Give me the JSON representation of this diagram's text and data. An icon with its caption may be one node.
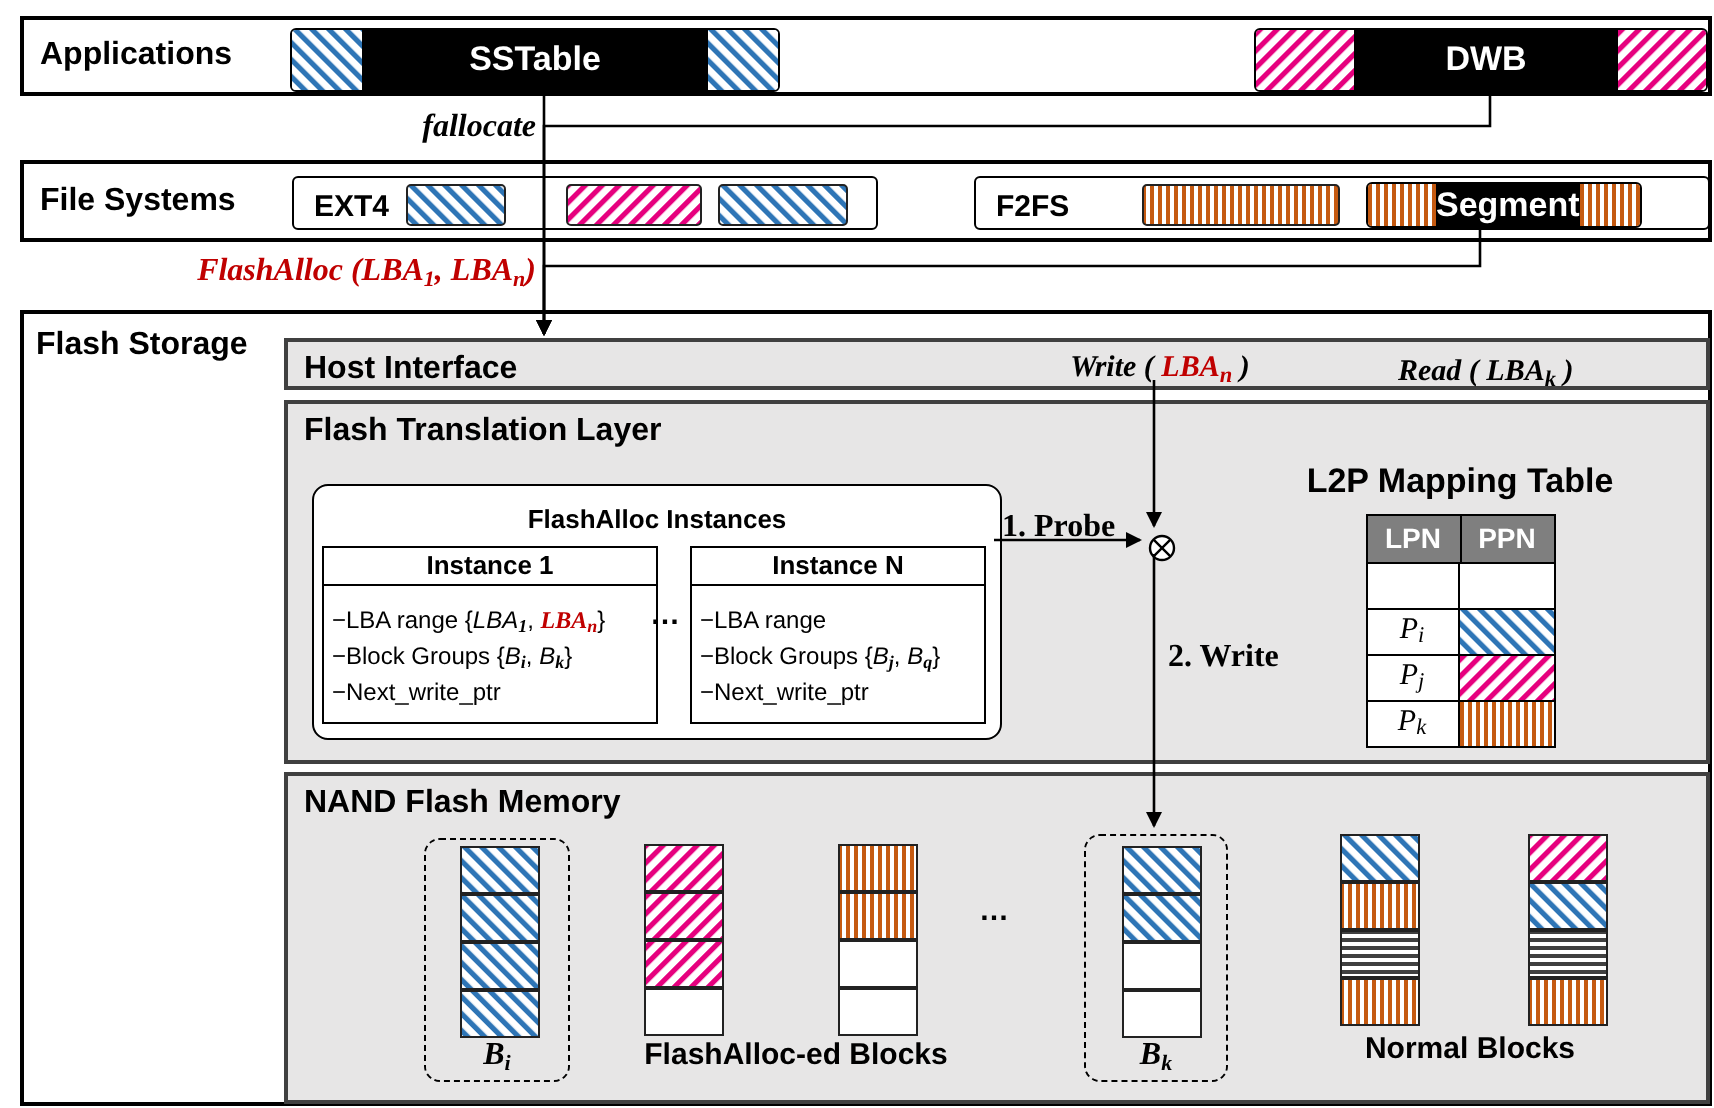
{
  "diagram": {
    "nodes": [
      {
        "text": [
          "Applications"
        ]
      },
      {
        "text": [
          "SSTable"
        ],
        "in": 0
      },
      {
        "text": [
          "DWB"
        ],
        "in": 0
      },
      {
        "text": [
          "File Systems"
        ]
      },
      {
        "text": [
          "EXT4"
        ],
        "in": 3
      },
      {
        "text": [
          "F2FS"
        ],
        "in": 3
      },
      {
        "text": [
          "Segment"
        ],
        "in": 5
      },
      {
        "text": [
          "Flash Storage"
        ]
      },
      {
        "text": [
          "Host Interface",
          "Read ( *LBA*$_{k}$ )"
        ],
        "in": 7
      },
      {
        "text": [
          "Write ( **LBA**$_{n}$ )"
        ],
        "in": 8
      },
      {
        "text": [
          "Flash Translation Layer"
        ],
        "in": 7
      },
      {
        "text": [
          "FlashAlloc Instances"
        ],
        "in": 10
      },
      {
        "text": [
          "Instance 1",
          "−LBA range {*LBA*$_{1}$, **LBA**$_{n}$}",
          "−Block Groups {*B*$_{i}$, *B*$_{k}$}",
          "−Next_write_ptr"
        ],
        "in": 11
      },
      {
        "text": [
          "Instance N",
          "−LBA range",
          "−Block Groups {*B*$_{j}$, *B*$_{q}$}",
          "−Next_write_ptr"
        ],
        "in": 11
      },
      {
        "text": [],
        "shape": "circle",
        "in": 10
      },
      {
        "text": [
          "L2P Mapping Table"
        ],
        "in": 10
      },
      {
        "text": [
          "NAND Flash Memory"
        ],
        "in": 7
      },
      {
        "text": [
          "B$_{i}$"
        ],
        "in": 16
      },
      {
        "text": [
          "B$_{k}$"
        ],
        "in": 16
      },
      {
        "text": [],
        "shape": "box",
        "in": 4
      },
      {
        "text": [],
        "shape": "box",
        "in": 4
      },
      {
        "text": [],
        "shape": "box",
        "in": 4
      },
      {
        "text": [],
        "shape": "box",
        "in": 5
      }
    ],
    "edges": [
      {
        "from": 1,
        "to": 8,
        "arrow": "to"
      },
      {
        "from": 2,
        "to": 8,
        "arrow": "to",
        "label": "fallocate"
      },
      {
        "from": 6,
        "to": 8,
        "arrow": "to",
        "label": "FlashAlloc (LBA$_{1}$, LBA$_{n}$)"
      },
      {
        "from": 9,
        "to": 14,
        "arrow": "to"
      },
      {
        "from": 11,
        "to": 14,
        "arrow": "to",
        "label": "1. Probe"
      },
      {
        "from": 14,
        "to": 18,
        "arrow": "to",
        "label": "2. Write"
      }
    ],
    "labels": [
      "LPN",
      "PPN",
      "P$_{i}$",
      "P$_{j}$",
      "P$_{k}$",
      "…",
      "…",
      "FlashAlloc-ed Blocks",
      "Normal Blocks"
    ]
  }
}
